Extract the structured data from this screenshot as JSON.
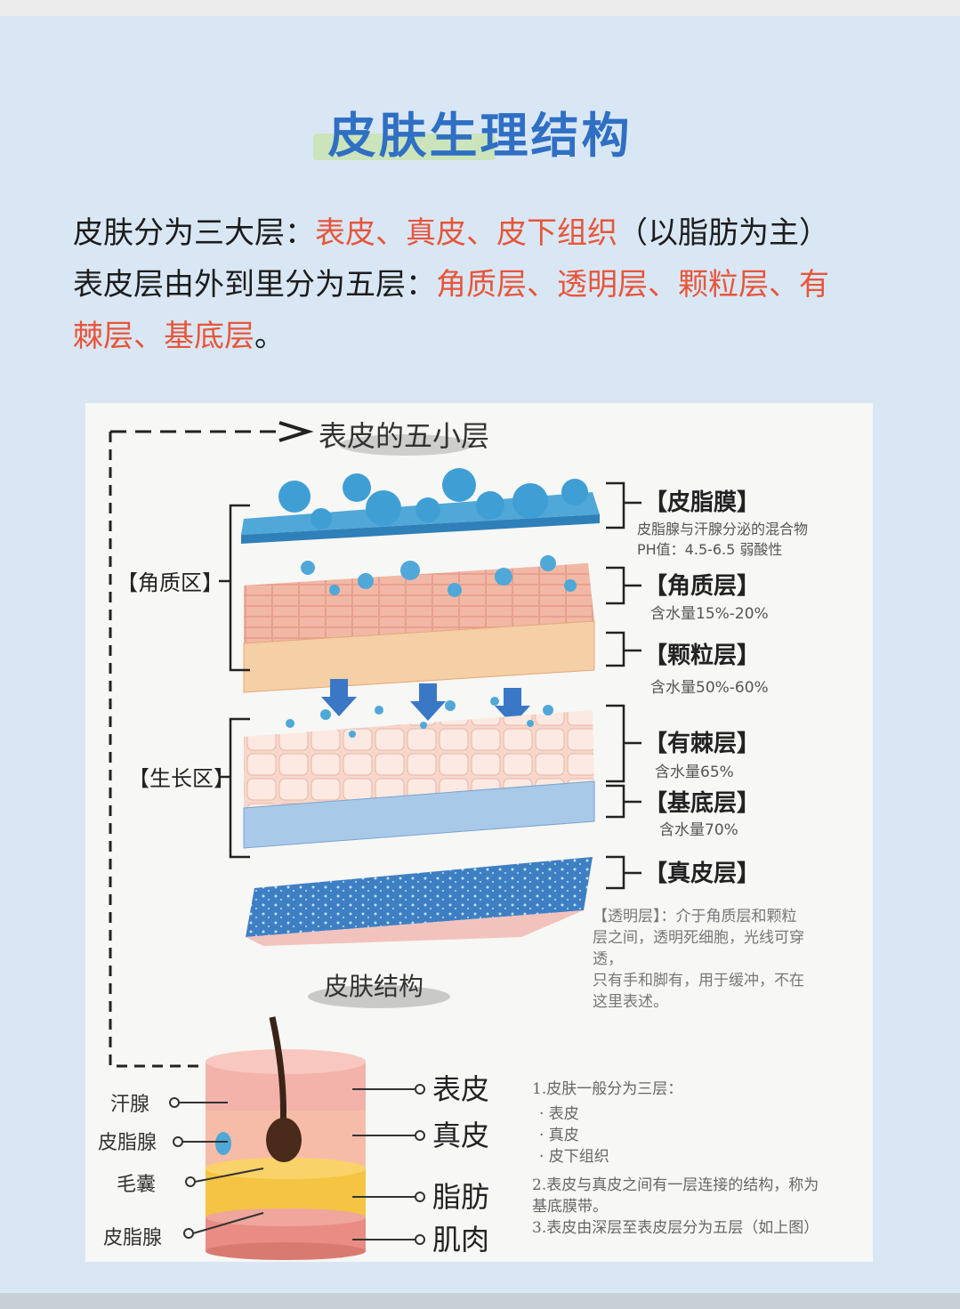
{
  "page": {
    "title": "皮肤生理结构",
    "intro_line1_a": "皮肤分为三大层：",
    "intro_line1_red": "表皮、真皮、皮下组织",
    "intro_line1_b": "（以脂肪为主）",
    "intro_line2_a": "表皮层由外到里分为五层：",
    "intro_line2_red": "角质层、透明层、颗粒层、有",
    "intro_line3_red": "棘层、基底层",
    "intro_line3_b": "。"
  },
  "diagram": {
    "header": "表皮的五小层",
    "zone_left_1": "【角质区】",
    "zone_left_2": "【生长区】",
    "layers": [
      {
        "name": "【皮脂膜】",
        "desc1": "皮脂腺与汗腺分泌的混合物",
        "desc2": "PH值：4.5-6.5 弱酸性"
      },
      {
        "name": "【角质层】",
        "desc1": "含水量15%-20%"
      },
      {
        "name": "【颗粒层】",
        "desc1": "含水量50%-60%"
      },
      {
        "name": "【有棘层】",
        "desc1": "含水量65%"
      },
      {
        "name": "【基底层】",
        "desc1": "含水量70%"
      },
      {
        "name": "【真皮层】"
      }
    ],
    "note_lines": [
      "【透明层】：介于角质层和颗粒",
      "层之间，透明死细胞，光线可穿",
      "透，",
      "只有手和脚有，用于缓冲，不在",
      "这里表述。"
    ],
    "skin_title": "皮肤结构",
    "left_labels": [
      "汗腺",
      "皮脂腺",
      "毛囊",
      "皮脂腺"
    ],
    "right_labels": [
      "表皮",
      "真皮",
      "脂肪",
      "肌肉"
    ],
    "notes2": [
      "1.皮肤一般分为三层：",
      "· 表皮",
      "· 真皮",
      "· 皮下组织",
      "2.表皮与真皮之间有一层连接的结构，称为",
      "基底膜带。",
      "3.表皮由深层至表皮层分为五层（如上图）"
    ]
  },
  "colors": {
    "title": "#2f6fc4",
    "accent_red": "#e8553a",
    "droplet_blue": "#4fa8d8"
  }
}
